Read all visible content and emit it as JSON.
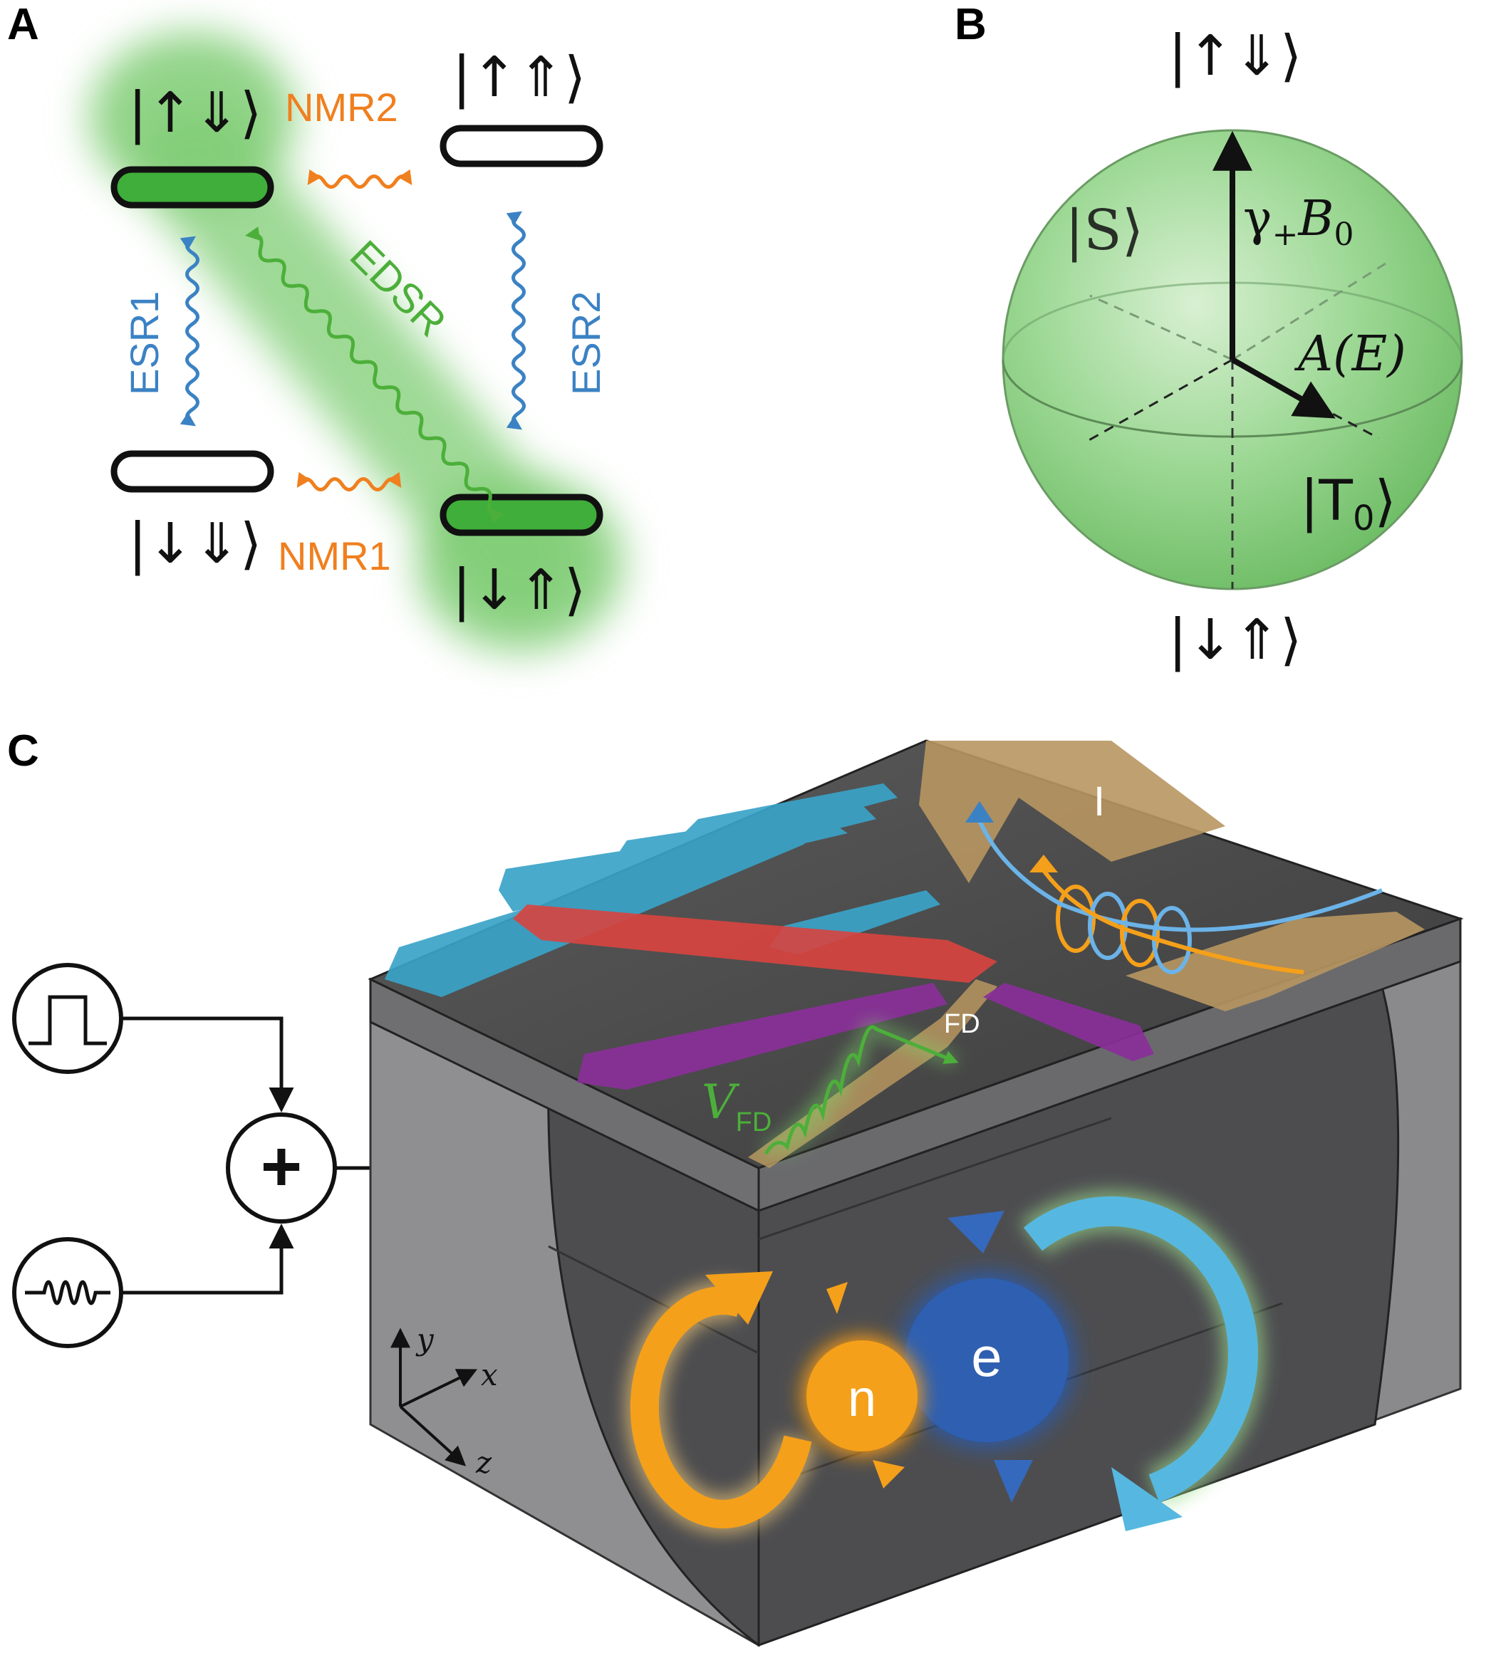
{
  "panel_a": {
    "letter": "A",
    "states": {
      "up_down": "|↑⇓⟩",
      "up_up": "|↑⇑⟩",
      "down_down": "|↓⇓⟩",
      "down_up": "|↓⇑⟩"
    },
    "transitions": {
      "nmr2": "NMR2",
      "nmr1": "NMR1",
      "esr1": "ESR1",
      "esr2": "ESR2",
      "edsr": "EDSR"
    },
    "colors": {
      "nmr": "#f07f1e",
      "esr": "#3b82c4",
      "edsr": "#4caf3a",
      "state_fill": "#3fae3a"
    }
  },
  "panel_b": {
    "letter": "B",
    "top_state": "|↑⇓⟩",
    "bottom_state": "|↓⇑⟩",
    "s_state": "|S⟩",
    "t0_state_open": "|T",
    "t0_sub": "0",
    "t0_state_close": "⟩",
    "field_gamma": "γ",
    "field_plus": "+",
    "field_b": "B",
    "field_sub": "0",
    "a_e": "A(E)",
    "colors": {
      "sphere": "#8fd28a"
    }
  },
  "panel_c": {
    "letter": "C",
    "label_i": "I",
    "label_fd": "FD",
    "label_v": "V",
    "label_v_sub": "FD",
    "plus": "+",
    "nucleus": "n",
    "electron": "e",
    "axis_y": "y",
    "axis_x": "x",
    "axis_z": "z",
    "colors": {
      "blue_gates": "#3aa3c8",
      "red_gate": "#d9443f",
      "purple_gates": "#8a2f99",
      "gold": "#b89660",
      "nucleus": "#f5a01a",
      "electron": "#2f5fb0"
    }
  }
}
